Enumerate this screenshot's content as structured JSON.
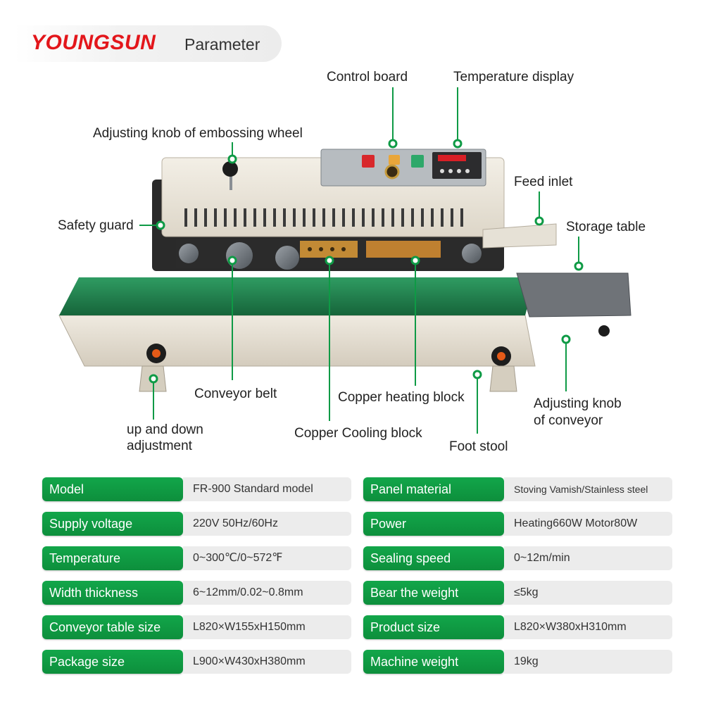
{
  "header": {
    "brand": "YOUNGSUN",
    "title": "Parameter"
  },
  "colors": {
    "brand_red": "#e3161b",
    "accent_green": "#0d8f3c"
  },
  "callouts": {
    "control_board": "Control board",
    "temperature_display": "Temperature display",
    "embossing_knob": "Adjusting knob of embossing wheel",
    "feed_inlet": "Feed inlet",
    "safety_guard": "Safety guard",
    "storage_table": "Storage table",
    "conveyor_belt": "Conveyor belt",
    "copper_heating": "Copper heating block",
    "conveyor_knob_1": "Adjusting knob",
    "conveyor_knob_2": "of conveyor",
    "up_down_1": "up and down",
    "up_down_2": "adjustment",
    "copper_cooling": "Copper Cooling block",
    "foot_stool": "Foot stool"
  },
  "specs_left": [
    {
      "label": "Model",
      "value": "FR-900 Standard model"
    },
    {
      "label": "Supply voltage",
      "value": "220V  50Hz/60Hz"
    },
    {
      "label": "Temperature",
      "value": "0~300℃/0~572℉"
    },
    {
      "label": "Width thickness",
      "value": "6~12mm/0.02~0.8mm"
    },
    {
      "label": "Conveyor table size",
      "value": "L820×W155xH150mm"
    },
    {
      "label": "Package size",
      "value": "L900×W430xH380mm"
    }
  ],
  "specs_right": [
    {
      "label": "Panel material",
      "value": "Stoving Vamish/Stainless steel"
    },
    {
      "label": "Power",
      "value": "Heating660W  Motor80W"
    },
    {
      "label": "Sealing speed",
      "value": "0~12m/min"
    },
    {
      "label": "Bear the weight",
      "value": "≤5kg"
    },
    {
      "label": "Product size",
      "value": "L820×W380xH310mm"
    },
    {
      "label": "Machine weight",
      "value": "19kg"
    }
  ]
}
